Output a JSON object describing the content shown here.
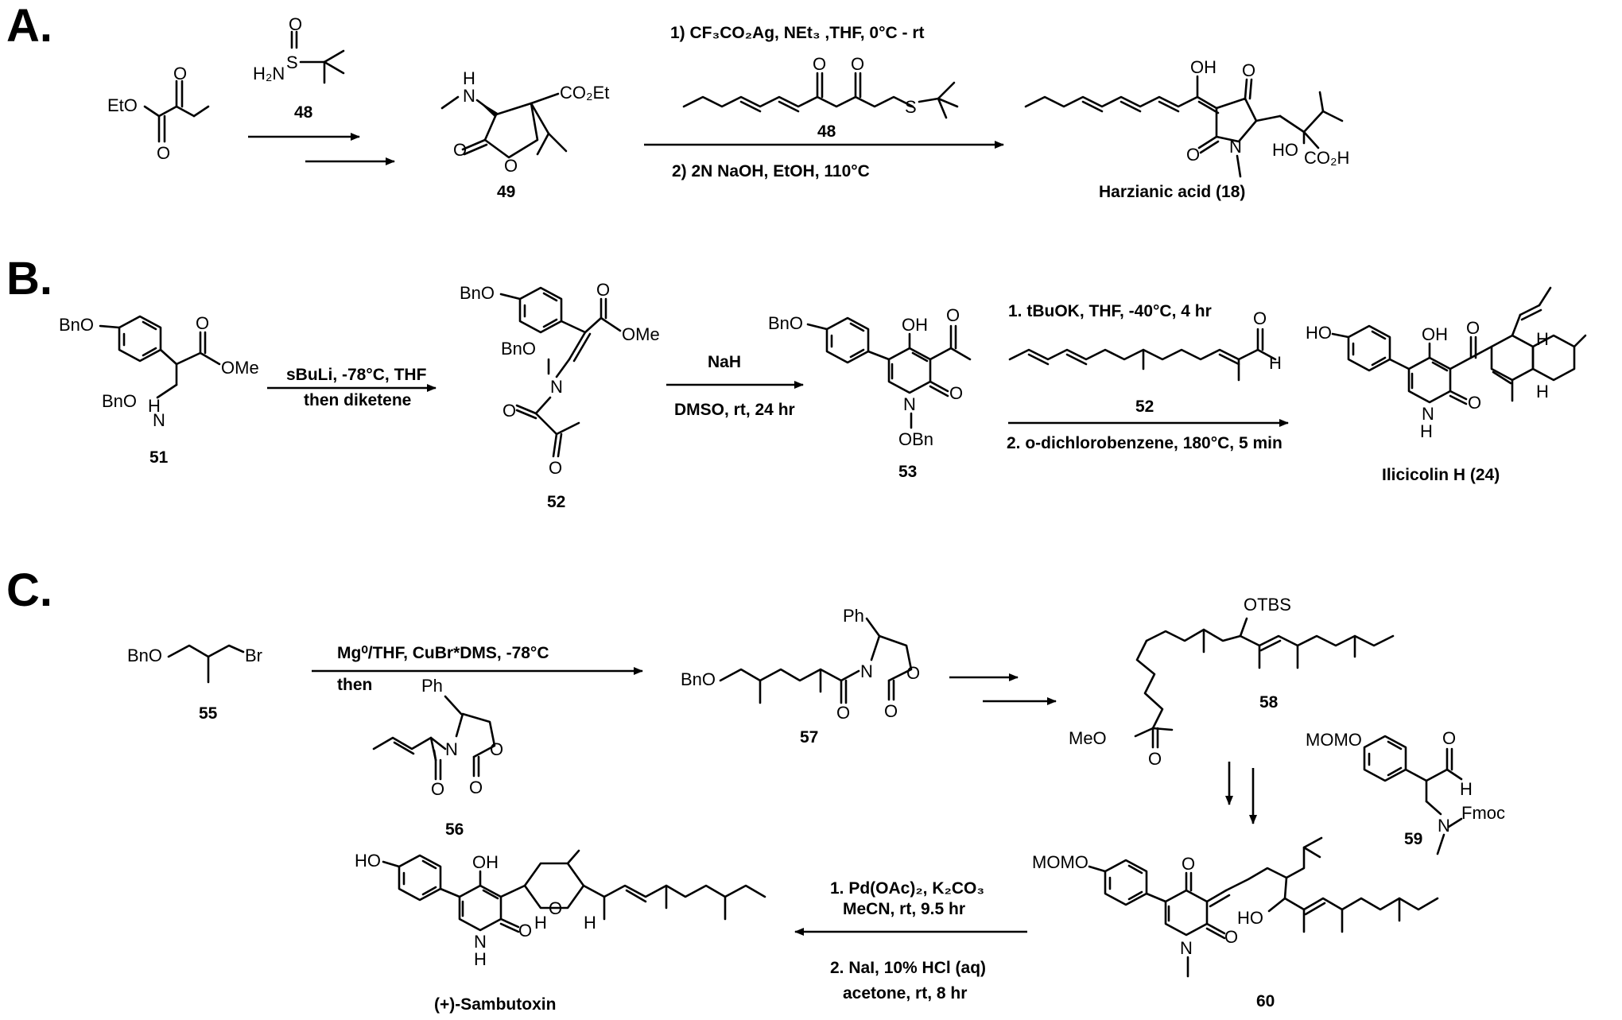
{
  "panels": [
    "A.",
    "B.",
    "C."
  ],
  "A": {
    "reactant_label": "EtO",
    "reagent_label": "H₂N",
    "reagent_s": "S",
    "reagent_o": "O",
    "reagent_number": "48",
    "intermediate_number": "49",
    "intermediate_nh": "H\nN",
    "intermediate_ester": "CO₂Et",
    "intermediate_o": "O",
    "cond1": "1) CF₃CO₂Ag, NEt₃ ,THF, 0°C - rt",
    "cond_reagent_number": "48",
    "cond2": "2) 2N NaOH, EtOH, 110°C",
    "product_name": "Harzianic acid (18)",
    "product_oh": "OH",
    "product_ho": "HO",
    "product_co2h": "CO₂H",
    "product_n": "N",
    "product_o": "O"
  },
  "B": {
    "sm_obn": "BnO",
    "sm_ome": "OMe",
    "sm_nh": "BnO",
    "sm_number": "51",
    "cond1": "sBuLi, -78°C, THF",
    "cond1b": "then diketene",
    "int1_number": "52",
    "int1_ome": "OMe",
    "int1_bno": "BnO",
    "int1_bno2": "BnO",
    "cond2": "NaH",
    "cond2b": "DMSO, rt, 24 hr",
    "int2_number": "53",
    "int2_bno": "BnO",
    "int2_oh": "OH",
    "int2_obn": "OBn",
    "cond3a": "1. tBuOK, THF, -40°C, 4 hr",
    "cond3_number": "52",
    "cond3b": "2. o-dichlorobenzene, 180°C, 5 min",
    "product_name": "Ilicicolin H (24)",
    "product_ho": "HO",
    "product_oh": "OH",
    "product_h1": "H",
    "product_h2": "H",
    "product_nh": "H"
  },
  "C": {
    "sm_bno": "BnO",
    "sm_br": "Br",
    "sm_number": "55",
    "cond1a": "Mg⁰/THF, CuBr*DMS, -78°C",
    "cond1b": "then",
    "aux_number": "56",
    "aux_ph": "Ph",
    "int1_number": "57",
    "int1_bno": "BnO",
    "int1_ph": "Ph",
    "int2_number": "58",
    "int2_otbs": "OTBS",
    "int2_meo": "MeO",
    "ald_number": "59",
    "ald_momo": "MOMO",
    "ald_fmoc": "Fmoc",
    "int3_number": "60",
    "int3_momo": "MOMO",
    "int3_ho": "HO",
    "cond2a": "1. Pd(OAc)₂, K₂CO₃",
    "cond2b": "MeCN, rt, 9.5 hr",
    "cond2c": "2. NaI, 10% HCl (aq)",
    "cond2d": "acetone, rt, 8 hr",
    "product_name": "(+)-Sambutoxin",
    "product_ho": "HO",
    "product_oh": "OH"
  }
}
